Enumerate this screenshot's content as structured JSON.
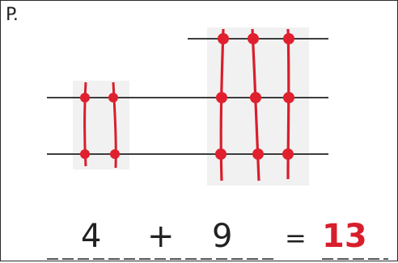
{
  "corner_label": "P.",
  "equation": {
    "term_1": "4",
    "plus": "+",
    "term_2": "9",
    "equals": "=",
    "answer": "13"
  },
  "colors": {
    "ink": "#222222",
    "stick_red": "#d81e2c",
    "mark_red": "#e0202e",
    "cell_shade": "#f1f1f1"
  },
  "groups": [
    {
      "name": "left",
      "columns": 2,
      "rows": 2,
      "intersections": 4
    },
    {
      "name": "right",
      "columns": 3,
      "rows": 3,
      "intersections": 9
    }
  ]
}
